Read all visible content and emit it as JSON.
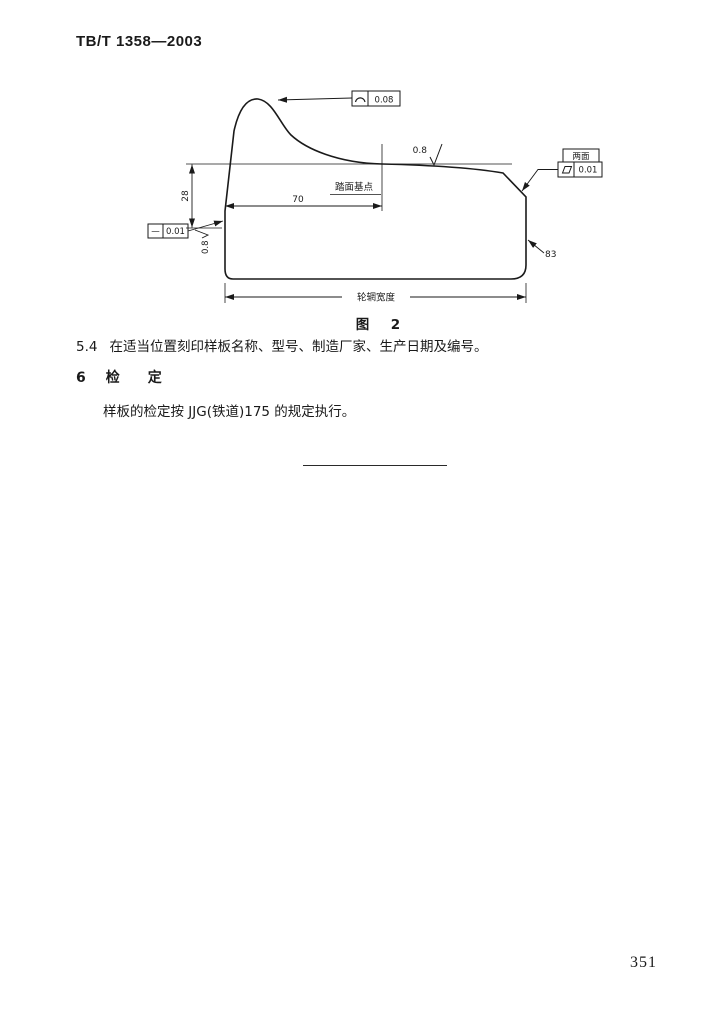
{
  "page": {
    "header": "TB/T 1358—2003",
    "page_number": "351"
  },
  "figure": {
    "caption": "图　2",
    "drawing": {
      "profile_tolerance": {
        "symbol_name": "profile-of-a-line",
        "value": "0.08"
      },
      "straightness_tolerance": {
        "symbol": "—",
        "value": "0.01"
      },
      "flatness_tolerance": {
        "symbol_name": "flatness",
        "value": "0.01"
      },
      "right_box_label": "两面",
      "roughness_tread": "0.8",
      "roughness_left": "0.8",
      "tread_datum_label": "踏面基点",
      "dim_70": "70",
      "dim_28": "28",
      "dim_83": "83",
      "width_label": "轮辋宽度"
    }
  },
  "content": {
    "clause_5_4": {
      "number": "5.4",
      "text": "在适当位置刻印样板名称、型号、制造厂家、生产日期及编号。"
    },
    "section_6": {
      "number": "6",
      "title": "检　　定"
    },
    "clause_6": {
      "text": "样板的检定按 JJG(铁道)175 的规定执行。"
    }
  }
}
